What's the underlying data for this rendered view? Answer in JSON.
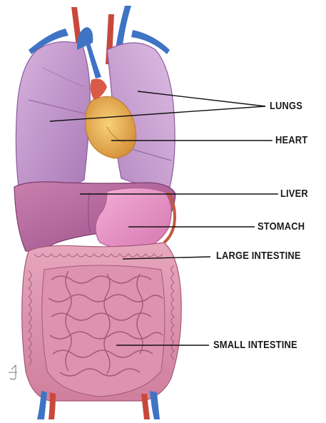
{
  "diagram": {
    "labels": {
      "lungs": "LUNGS",
      "heart": "HEART",
      "liver": "LIVER",
      "stomach": "STOMACH",
      "large_intestine": "LARGE INTESTINE",
      "small_intestine": "SMALL INTESTINE"
    },
    "colors": {
      "lung": "#c79ad0",
      "lung_shade": "#a974b6",
      "heart": "#e8b24a",
      "liver": "#b9679f",
      "stomach": "#e08bc0",
      "intestine": "#d98aa6",
      "intestine_fold": "#a8577a",
      "vein": "#3f74c4",
      "artery": "#c8483c",
      "leader_line": "#111111"
    }
  }
}
